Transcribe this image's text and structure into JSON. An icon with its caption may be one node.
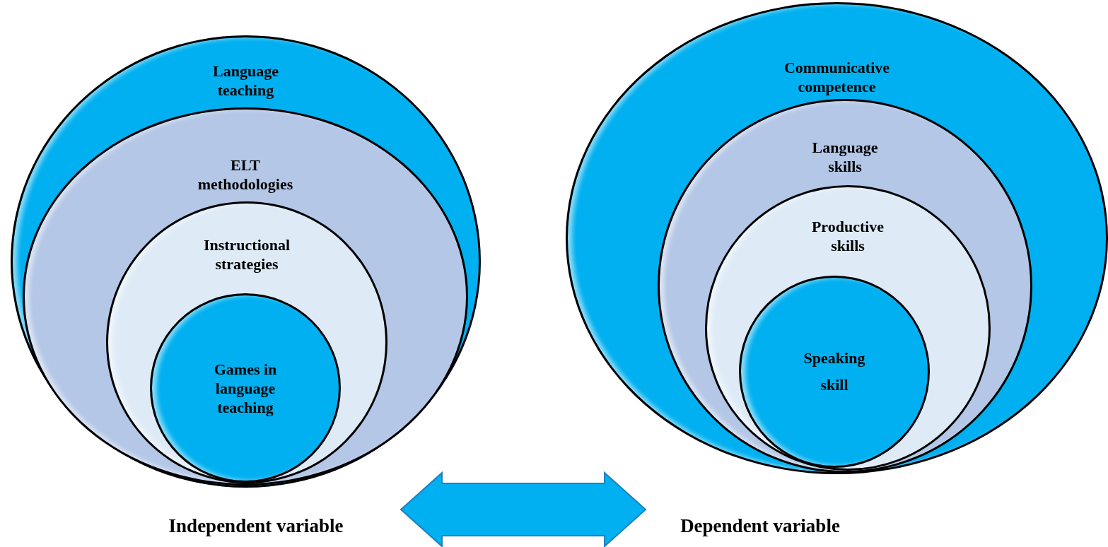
{
  "diagram": {
    "nodes": [
      {
        "text": [
          "Language teaching"
        ]
      },
      {
        "text": [
          "ELT methodologies"
        ],
        "in": 0
      },
      {
        "text": [
          "Instructional strategies"
        ],
        "in": 1
      },
      {
        "text": [
          "Games in language teaching"
        ],
        "in": 2
      },
      {
        "text": [
          "Communicative competence"
        ]
      },
      {
        "text": [
          "Language skills"
        ],
        "in": 4
      },
      {
        "text": [
          "Productive skills"
        ],
        "in": 5
      },
      {
        "text": [
          "Speaking skill"
        ],
        "in": 6
      },
      {
        "text": [
          "Independent variable"
        ]
      },
      {
        "text": [
          "Dependent variable"
        ]
      }
    ],
    "edges": [
      {
        "from": 8,
        "to": 9,
        "arrow": "both"
      }
    ]
  }
}
